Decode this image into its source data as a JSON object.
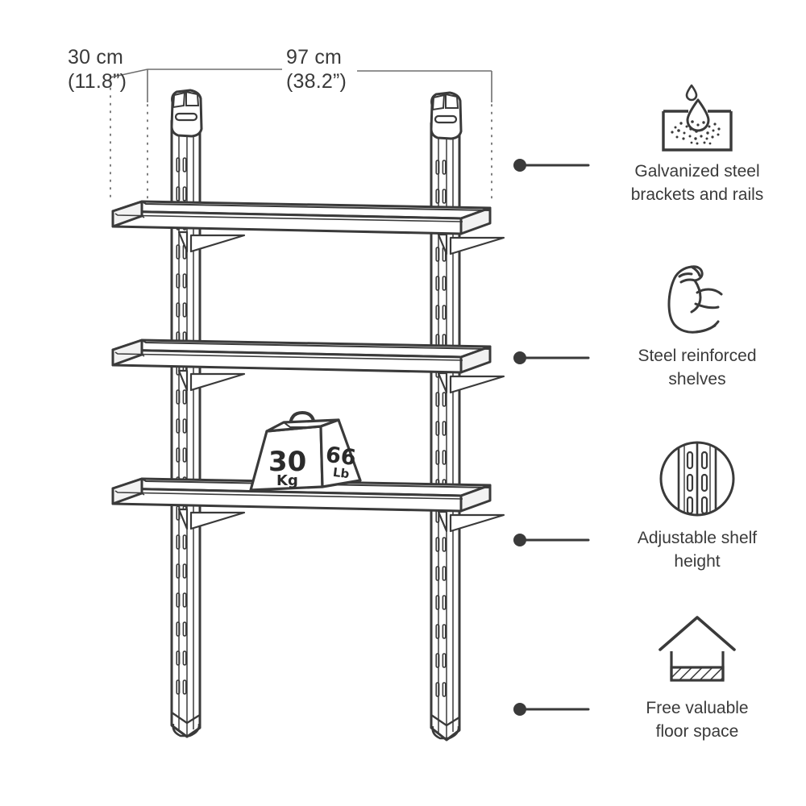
{
  "dimensions": {
    "depth": {
      "metric": "30 cm",
      "imperial": "(11.8”)"
    },
    "width": {
      "metric": "97 cm",
      "imperial": "(38.2”)"
    }
  },
  "weight_block": {
    "kg_value": "30",
    "kg_unit": "Kg",
    "lb_value": "66",
    "lb_unit": "Lb"
  },
  "features": [
    {
      "icon": "water-drop-repellent-icon",
      "line1": "Galvanized steel",
      "line2": "brackets and rails"
    },
    {
      "icon": "flexed-bicep-icon",
      "line1": "Steel reinforced",
      "line2": "shelves"
    },
    {
      "icon": "slotted-rail-magnifier-icon",
      "line1": "Adjustable shelf",
      "line2": "height"
    },
    {
      "icon": "house-floor-icon",
      "line1": "Free valuable",
      "line2": "floor space"
    }
  ],
  "product": {
    "name": "wall-mounted-shelf-unit",
    "shelf_count": 3,
    "rail_count": 2
  },
  "colors": {
    "background": "#ffffff",
    "line": "#3a3a3a",
    "text": "#3a3a3a",
    "dimension_line": "#6e6e6e",
    "shelf_fill": "#ffffff",
    "shelf_shade": "#f2f2f2"
  }
}
